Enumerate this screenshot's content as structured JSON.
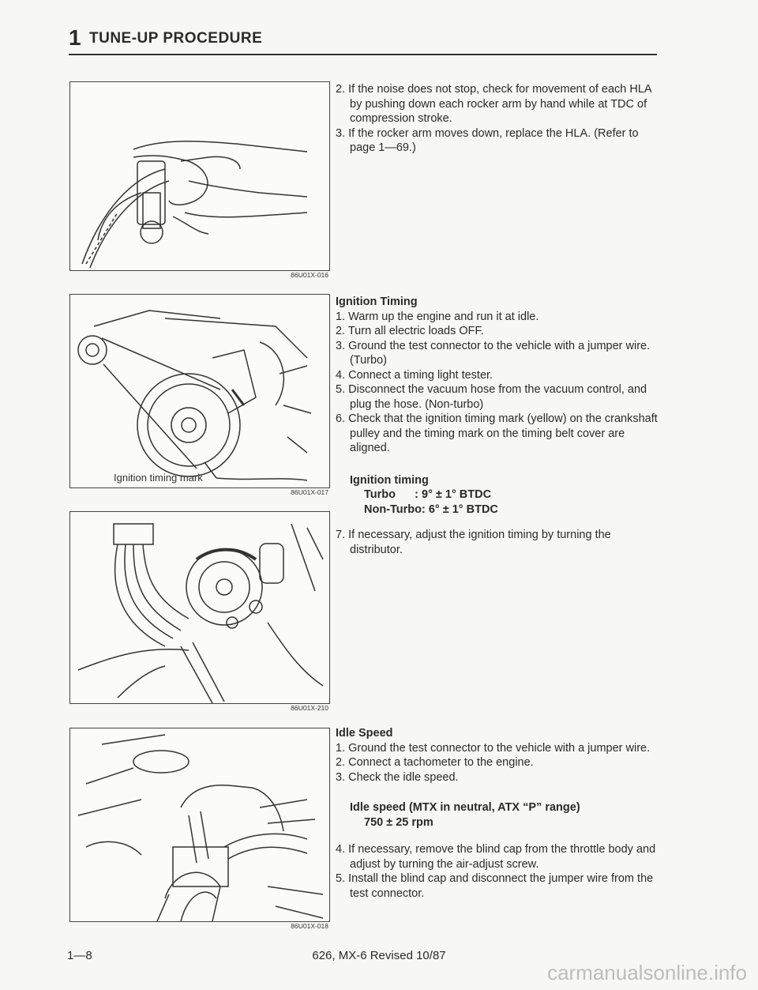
{
  "header": {
    "section_number": "1",
    "title": "TUNE-UP PROCEDURE"
  },
  "figures": [
    {
      "code": "86U01X-016"
    },
    {
      "code": "86U01X-017",
      "label": "Ignition timing mark"
    },
    {
      "code": "86U01X-210"
    },
    {
      "code": "86U01X-018"
    }
  ],
  "hla": {
    "steps": [
      "2. If the noise does not stop, check for movement of each HLA by pushing down each rocker arm by hand while at TDC of compression stroke.",
      "3. If the rocker arm moves down, replace the HLA. (Refer to page 1—69.)"
    ]
  },
  "ignition": {
    "heading": "Ignition Timing",
    "steps": [
      "1. Warm up the engine and run it at idle.",
      "2. Turn all electric loads OFF.",
      "3. Ground the test connector to the vehicle with a jumper wire. (Turbo)",
      "4. Connect a timing light tester.",
      "5. Disconnect the vacuum hose from the vacuum control, and plug the hose. (Non-turbo)",
      "6. Check that the ignition timing mark (yellow) on the crankshaft pulley and the timing mark on the timing belt cover are aligned."
    ],
    "spec_title": "Ignition timing",
    "spec_turbo": "Turbo      : 9° ± 1° BTDC",
    "spec_nonturbo": "Non-Turbo: 6° ± 1° BTDC",
    "step7": "7. If necessary, adjust the ignition timing by turning the distributor."
  },
  "idle": {
    "heading": "Idle Speed",
    "steps": [
      "1. Ground the test connector to the vehicle with a jumper wire.",
      "2. Connect a tachometer to the engine.",
      "3. Check the idle speed."
    ],
    "spec_title": "Idle speed (MTX in neutral, ATX “P” range)",
    "spec_value": "750 ± 25 rpm",
    "steps2": [
      "4. If necessary, remove the blind cap from the throttle body and adjust by turning the air-adjust screw.",
      "5. Install the blind cap and disconnect the jumper wire from the test connector."
    ]
  },
  "footer": {
    "page": "1—8",
    "edition": "626, MX-6 Revised 10/87",
    "watermark": "carmanualsonline.info"
  }
}
